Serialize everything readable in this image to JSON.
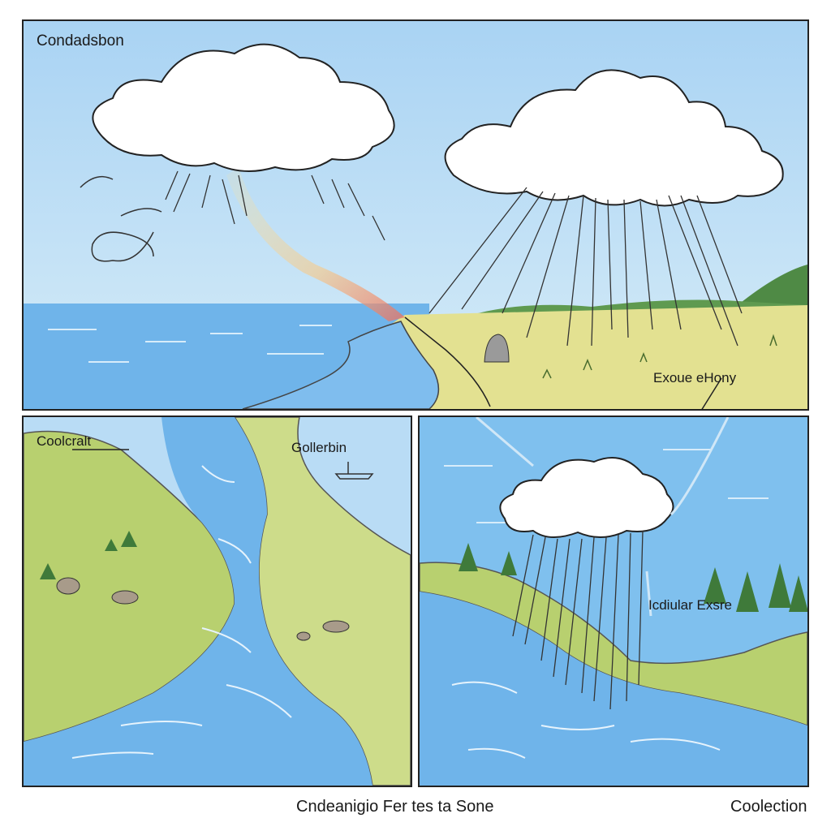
{
  "labels": {
    "top_left": "Condadsbon",
    "top_right": "Exoue eHony",
    "bottom_left_a": "Coolcralt",
    "bottom_left_b": "Gollerbin",
    "bottom_right": "Icdiular Exsre"
  },
  "captions": {
    "middle": "Cndeanigio Fer tes ta Sone",
    "right": "Coolection"
  },
  "colors": {
    "sky": "#b9dcf5",
    "water": "#6fb4ea",
    "land": "#e3e191",
    "grass": "#a9cc6a",
    "tree": "#3f7a3a",
    "cloud": "#ffffff",
    "outline": "#222222"
  }
}
